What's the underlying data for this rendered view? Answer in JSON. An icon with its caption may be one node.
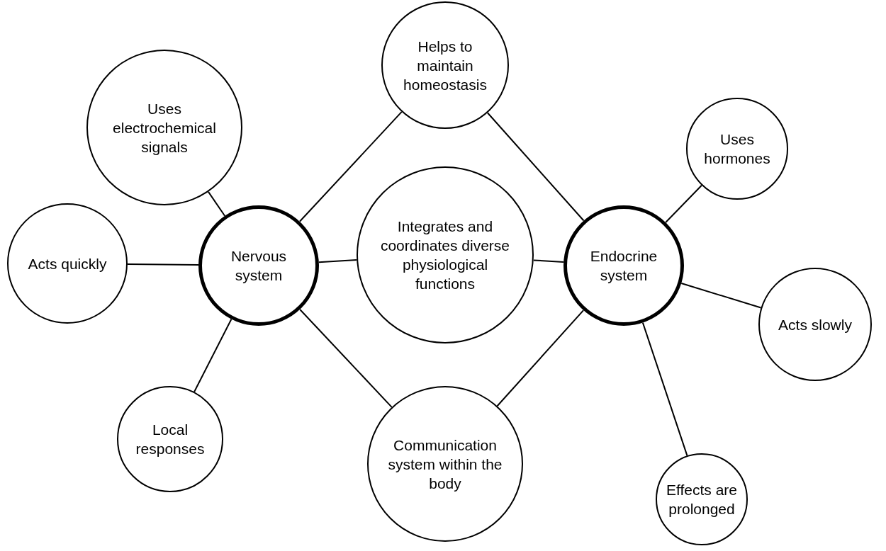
{
  "diagram": {
    "nodes": [
      {
        "text": [
          "Helps to maintain homeostasis"
        ]
      },
      {
        "text": [
          "Uses electrochemical signals"
        ]
      },
      {
        "text": [
          "Uses hormones"
        ]
      },
      {
        "text": [
          "Integrates and coordinates diverse physiological functions"
        ]
      },
      {
        "text": [
          "Acts quickly"
        ]
      },
      {
        "text": [
          "Nervous system"
        ]
      },
      {
        "text": [
          "Endocrine system"
        ]
      },
      {
        "text": [
          "Acts slowly"
        ]
      },
      {
        "text": [
          "Local responses"
        ]
      },
      {
        "text": [
          "Communication system within the body"
        ]
      },
      {
        "text": [
          "Effects are prolonged"
        ]
      }
    ],
    "edges": [
      {
        "from": 5,
        "to": 0,
        "arrow": "none"
      },
      {
        "from": 5,
        "to": 1,
        "arrow": "none"
      },
      {
        "from": 5,
        "to": 3,
        "arrow": "none"
      },
      {
        "from": 5,
        "to": 4,
        "arrow": "none"
      },
      {
        "from": 5,
        "to": 8,
        "arrow": "none"
      },
      {
        "from": 5,
        "to": 9,
        "arrow": "none"
      },
      {
        "from": 6,
        "to": 0,
        "arrow": "none"
      },
      {
        "from": 6,
        "to": 2,
        "arrow": "none"
      },
      {
        "from": 6,
        "to": 3,
        "arrow": "none"
      },
      {
        "from": 6,
        "to": 7,
        "arrow": "none"
      },
      {
        "from": 6,
        "to": 9,
        "arrow": "none"
      },
      {
        "from": 6,
        "to": 10,
        "arrow": "none"
      }
    ]
  }
}
